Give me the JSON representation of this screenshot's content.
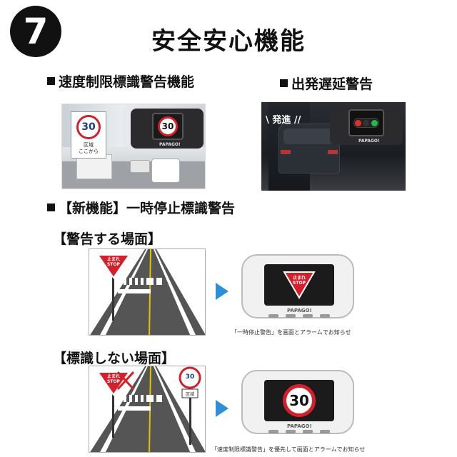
{
  "header": {
    "number": "7",
    "title": "安全安心機能"
  },
  "section_speed": {
    "label": "速度制限標識警告機能"
  },
  "section_start": {
    "label": "出発遅延警告"
  },
  "section_stop": {
    "label": "【新機能】一時停止標識警告"
  },
  "scene_warn": {
    "label": "【警告する場面】",
    "caption": "「一時停止警告」を画面とアラームでお知らせ"
  },
  "scene_nowarn": {
    "label": "【標識しない場面】",
    "caption": "「速度制限標識警告」を優先して画面とアラームでお知らせ"
  },
  "photo_speed": {
    "sign_value": "30",
    "sub_sign_line1": "区域",
    "sub_sign_line2": "ここから",
    "cam_sign_value": "30",
    "brand": "PAPAGO!"
  },
  "photo_start": {
    "overlay_text": "発進",
    "brand": "PAPAGO!"
  },
  "stop_sign": {
    "line1": "止まれ",
    "line2": "STOP"
  },
  "speed_sign_small": {
    "value": "30",
    "sub": "区域"
  },
  "cam_warn": {
    "brand": "PAPAGO!",
    "screen_line1": "止まれ",
    "screen_line2": "STOP"
  },
  "cam_nowarn": {
    "brand": "PAPAGO!",
    "screen_value": "30"
  },
  "colors": {
    "stop_red": "#d4202a",
    "arrow_blue": "#2f8ed8",
    "sign_blue": "#1a3a8a"
  }
}
